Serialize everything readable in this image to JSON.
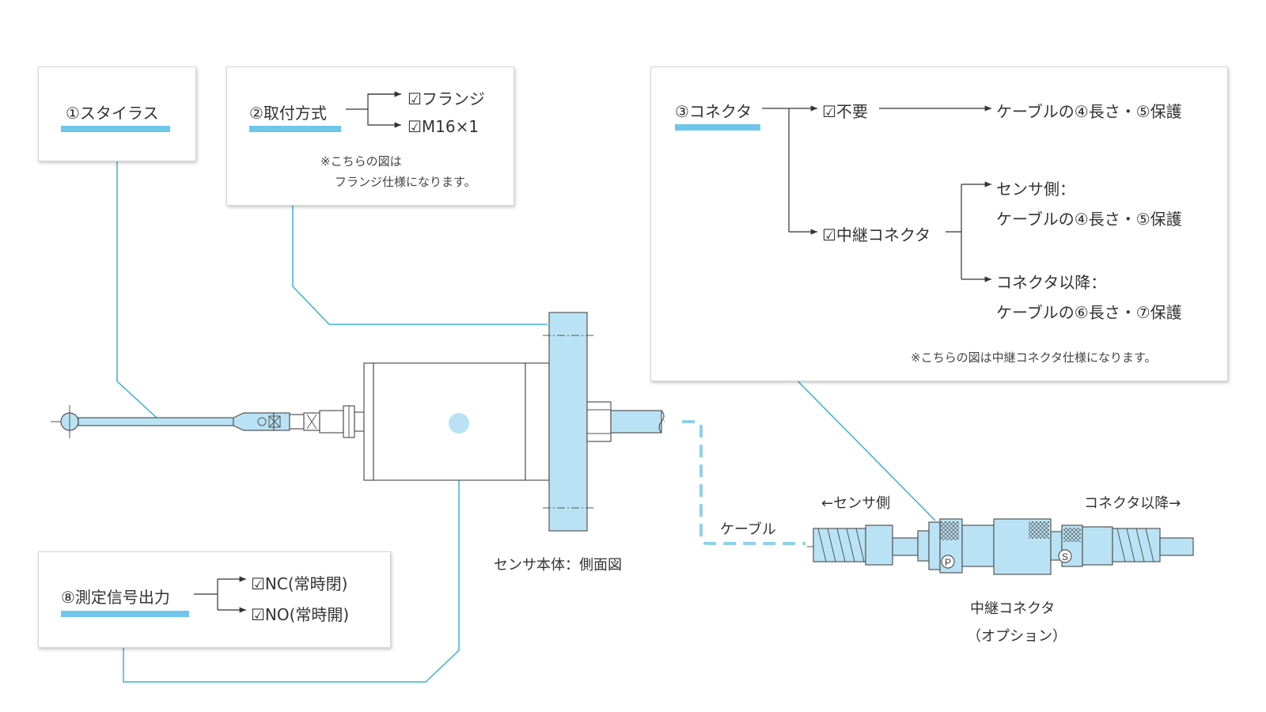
{
  "stylus": {
    "label": "①スタイラス"
  },
  "mounting": {
    "label": "②取付方式",
    "options": [
      "☑フランジ",
      "☑M16×1"
    ],
    "note": [
      "※こちらの図は",
      "フランジ仕様になります。"
    ]
  },
  "connector": {
    "label": "③コネクタ",
    "option_none": "☑不要",
    "none_result": "ケーブルの④長さ・⑤保護",
    "option_relay": "☑中継コネクタ",
    "sensor_side_label": "センサ側：",
    "sensor_side_result": "ケーブルの④長さ・⑤保護",
    "after_label": "コネクタ以降：",
    "after_result": "ケーブルの⑥長さ・⑦保護",
    "note": "※こちらの図は中継コネクタ仕様になります。"
  },
  "signal": {
    "label": "⑧測定信号出力",
    "options": [
      "☑NC(常時閉)",
      "☑NO(常時開)"
    ]
  },
  "drawing": {
    "sensor_caption": "センサ本体：側面図",
    "cable_label": "ケーブル",
    "sensor_side": "←センサ側",
    "connector_side": "コネクタ以降→",
    "relay_caption": [
      "中継コネクタ",
      "（オプション）"
    ],
    "mark_p": "P",
    "mark_s": "S"
  },
  "colors": {
    "accent": "#6ec6ea",
    "part_fill": "#b9e3f5",
    "line": "#3ab0d8",
    "outline": "#555555"
  }
}
